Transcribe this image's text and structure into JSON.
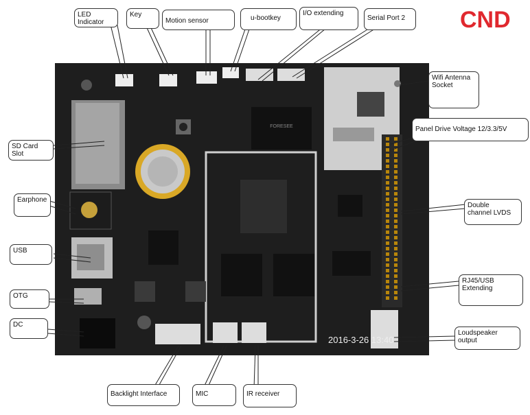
{
  "logo": {
    "text": "CND",
    "color": "#e0282e"
  },
  "board": {
    "silkscreen_text": "2016-3-26 13:40",
    "chip_text": "FORESEE"
  },
  "labels": [
    {
      "id": "led",
      "text": "LED\nIndicator"
    },
    {
      "id": "key",
      "text": "Key"
    },
    {
      "id": "motion",
      "text": "Motion sensor"
    },
    {
      "id": "ubootkey",
      "text": "u-bootkey"
    },
    {
      "id": "io",
      "text": "I/O  extending"
    },
    {
      "id": "serial2",
      "text": "Serial Port 2"
    },
    {
      "id": "wifi",
      "text": "Wifi Antenna\nSocket"
    },
    {
      "id": "panel",
      "text": "Panel Drive Voltage 12/3.3/5V"
    },
    {
      "id": "lvds",
      "text": "Double\nchannel LVDS"
    },
    {
      "id": "rj45",
      "text": "RJ45/USB\nExtending"
    },
    {
      "id": "speaker",
      "text": "Loudspeaker\noutput"
    },
    {
      "id": "sd",
      "text": "SD Card Slot"
    },
    {
      "id": "earphone",
      "text": "Earphone"
    },
    {
      "id": "usb",
      "text": "USB"
    },
    {
      "id": "otg",
      "text": "OTG"
    },
    {
      "id": "dc",
      "text": "DC"
    },
    {
      "id": "backlight",
      "text": "Backlight Interface"
    },
    {
      "id": "mic",
      "text": "MIC"
    },
    {
      "id": "ir",
      "text": "IR receiver"
    }
  ]
}
